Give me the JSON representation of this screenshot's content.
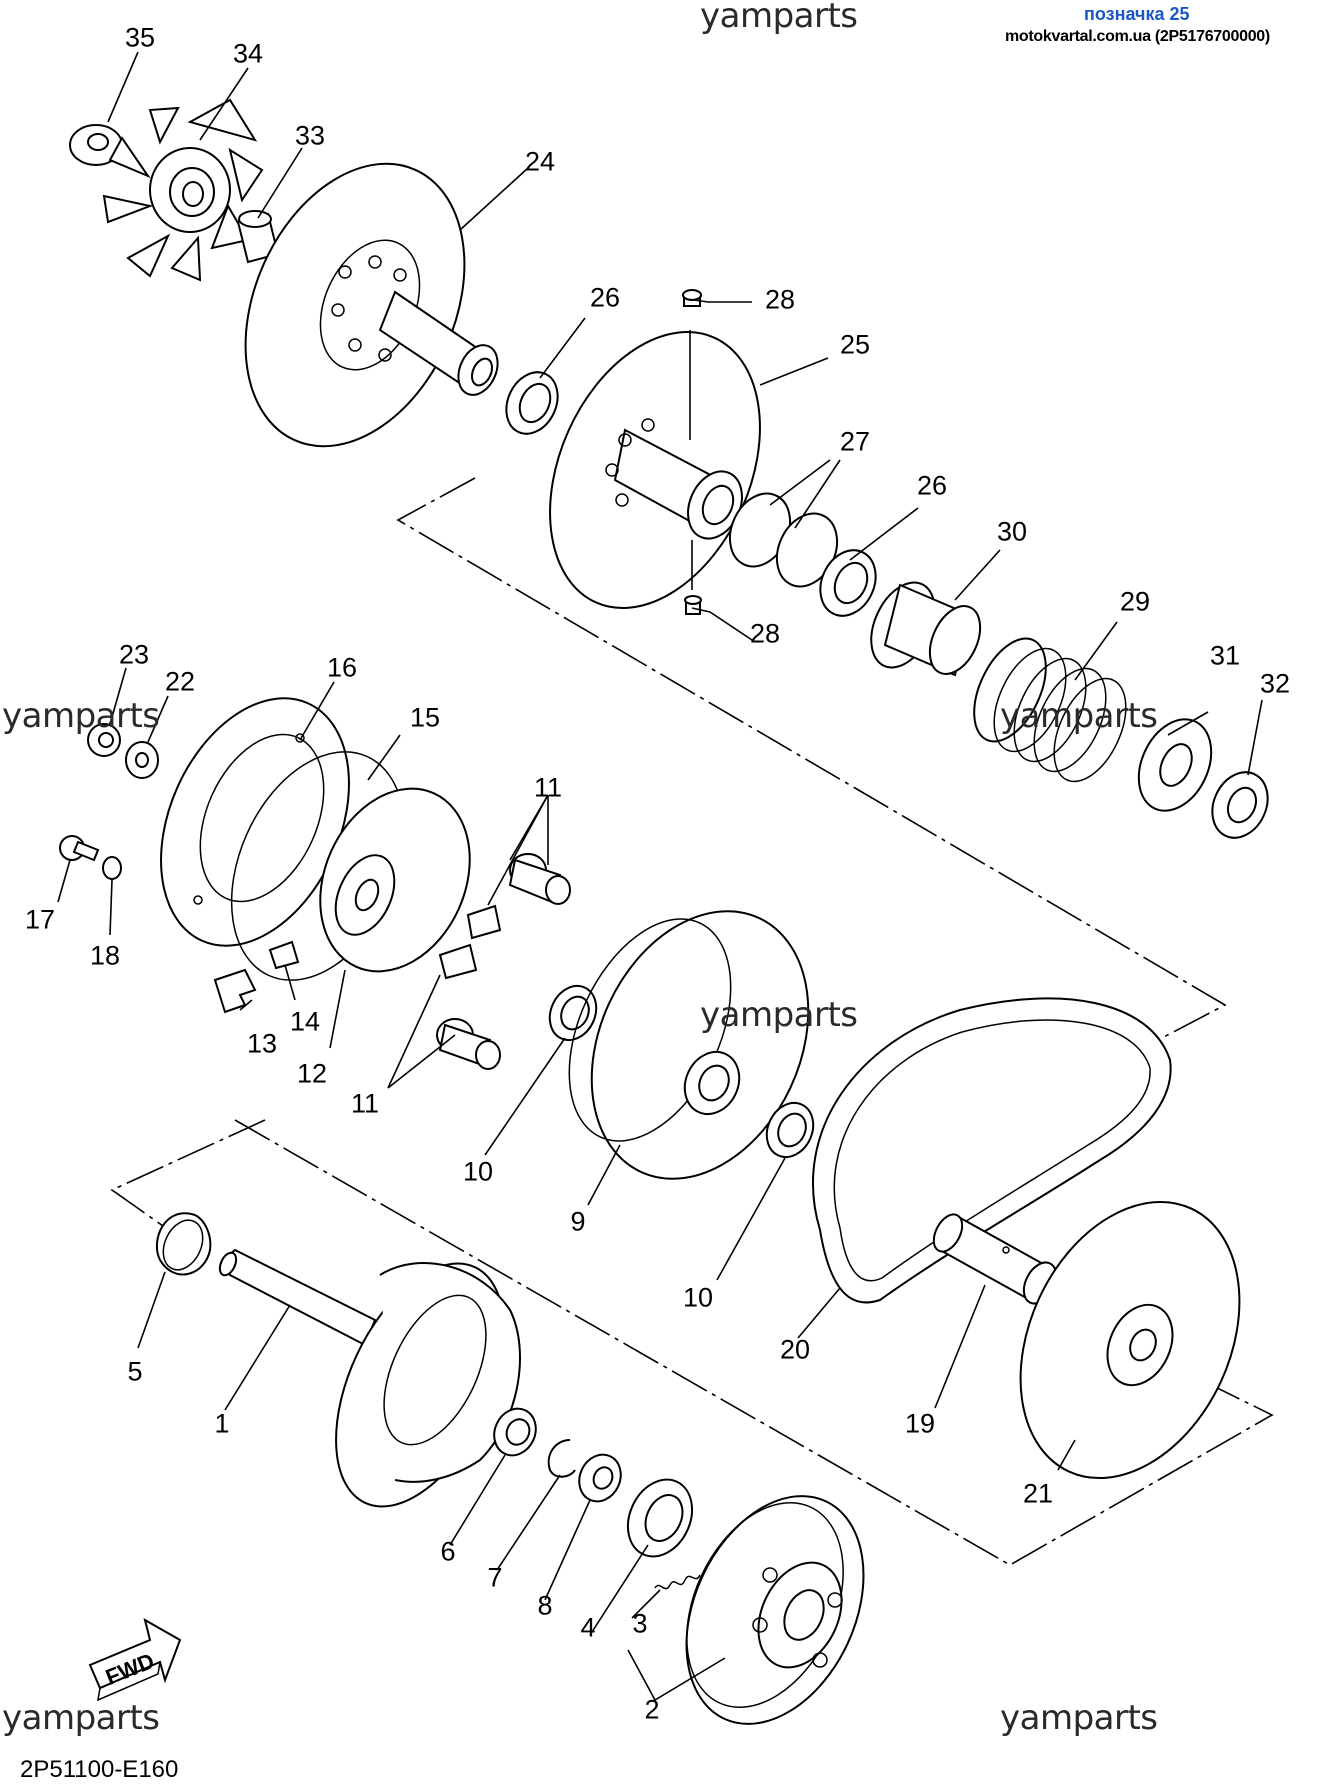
{
  "header": {
    "badge_label": "позначка 25",
    "badge_source": "motokvartal.com.ua (2P5176700000)"
  },
  "watermark_text": "yamparts",
  "diagram_code": "2P51100-E160",
  "fwd_label": "FWD",
  "parts": [
    {
      "label": "35"
    },
    {
      "label": "34"
    },
    {
      "label": "33"
    },
    {
      "label": "24"
    },
    {
      "label": "26"
    },
    {
      "label": "28"
    },
    {
      "label": "25"
    },
    {
      "label": "27"
    },
    {
      "label": "26"
    },
    {
      "label": "30"
    },
    {
      "label": "28"
    },
    {
      "label": "29"
    },
    {
      "label": "31"
    },
    {
      "label": "32"
    },
    {
      "label": "23"
    },
    {
      "label": "22"
    },
    {
      "label": "16"
    },
    {
      "label": "15"
    },
    {
      "label": "11"
    },
    {
      "label": "17"
    },
    {
      "label": "18"
    },
    {
      "label": "13"
    },
    {
      "label": "14"
    },
    {
      "label": "12"
    },
    {
      "label": "11"
    },
    {
      "label": "10"
    },
    {
      "label": "9"
    },
    {
      "label": "10"
    },
    {
      "label": "20"
    },
    {
      "label": "19"
    },
    {
      "label": "21"
    },
    {
      "label": "5"
    },
    {
      "label": "1"
    },
    {
      "label": "6"
    },
    {
      "label": "7"
    },
    {
      "label": "8"
    },
    {
      "label": "4"
    },
    {
      "label": "3"
    },
    {
      "label": "2"
    }
  ]
}
